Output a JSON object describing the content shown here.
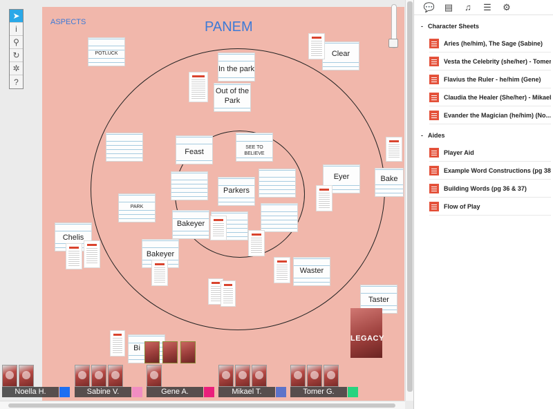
{
  "board": {
    "title": "PANEM",
    "label": "ASPECTS",
    "background": "#f1b7ab"
  },
  "cards": [
    {
      "text": "POTLUCK",
      "size": "small"
    },
    {
      "text": "In the park",
      "size": "big"
    },
    {
      "text": "Out of the Park",
      "size": "big"
    },
    {
      "text": "Clear",
      "size": "big"
    },
    {
      "text": "",
      "size": "big"
    },
    {
      "text": "Feast",
      "size": "big"
    },
    {
      "text": "SEE TO BELIEVE",
      "size": "small"
    },
    {
      "text": "",
      "size": "big"
    },
    {
      "text": "Parkers",
      "size": "big"
    },
    {
      "text": "",
      "size": "big"
    },
    {
      "text": "Eyer",
      "size": "big"
    },
    {
      "text": "Bake",
      "size": "big"
    },
    {
      "text": "PARK",
      "size": "small"
    },
    {
      "text": "Bakeyer",
      "size": "big"
    },
    {
      "text": "",
      "size": "big"
    },
    {
      "text": "",
      "size": "big"
    },
    {
      "text": "Chelis",
      "size": "big"
    },
    {
      "text": "Bakeyer",
      "size": "big"
    },
    {
      "text": "Waster",
      "size": "big"
    },
    {
      "text": "Taster",
      "size": "big"
    },
    {
      "text": "Bi",
      "size": "big"
    }
  ],
  "legacy_card": {
    "text": "LEGACY"
  },
  "toolbar": {
    "tools": [
      {
        "name": "select-tool",
        "glyph": "➤"
      },
      {
        "name": "info-tool",
        "glyph": "i"
      },
      {
        "name": "zoom-tool",
        "glyph": "⚲"
      },
      {
        "name": "rotate-tool",
        "glyph": "↻"
      },
      {
        "name": "settings-tool",
        "glyph": "✲"
      },
      {
        "name": "help-tool",
        "glyph": "?"
      }
    ]
  },
  "players": [
    {
      "name": "Noella H.",
      "color": "#1d6ff2"
    },
    {
      "name": "Sabine V.",
      "color": "#f08dc2"
    },
    {
      "name": "Gene A.",
      "color": "#ea1f7b"
    },
    {
      "name": "Mikael T.",
      "color": "#5d73c9"
    },
    {
      "name": "Tomer G.",
      "color": "#27d37f"
    }
  ],
  "sidebar": {
    "tabs": [
      {
        "name": "chat-tab-icon",
        "glyph": "💬"
      },
      {
        "name": "journal-tab-icon",
        "glyph": "▤"
      },
      {
        "name": "music-tab-icon",
        "glyph": "♫"
      },
      {
        "name": "list-tab-icon",
        "glyph": "☰"
      },
      {
        "name": "settings-tab-icon",
        "glyph": "⚙"
      }
    ],
    "sections": [
      {
        "title": "Character Sheets",
        "items": [
          "Aries (he/him), The Sage (Sabine)",
          "Vesta the Celebrity (she/her) - Tomer",
          "Flavius the Ruler - he/him (Gene)",
          "Claudia the Healer (She/her) - Mikael",
          "Evander the Magician (he/him) (No..."
        ]
      },
      {
        "title": "Aides",
        "items": [
          "Player Aid",
          "Example Word Constructions (pg 38)",
          "Building Words (pg 36 & 37)",
          "Flow of Play"
        ]
      }
    ]
  }
}
